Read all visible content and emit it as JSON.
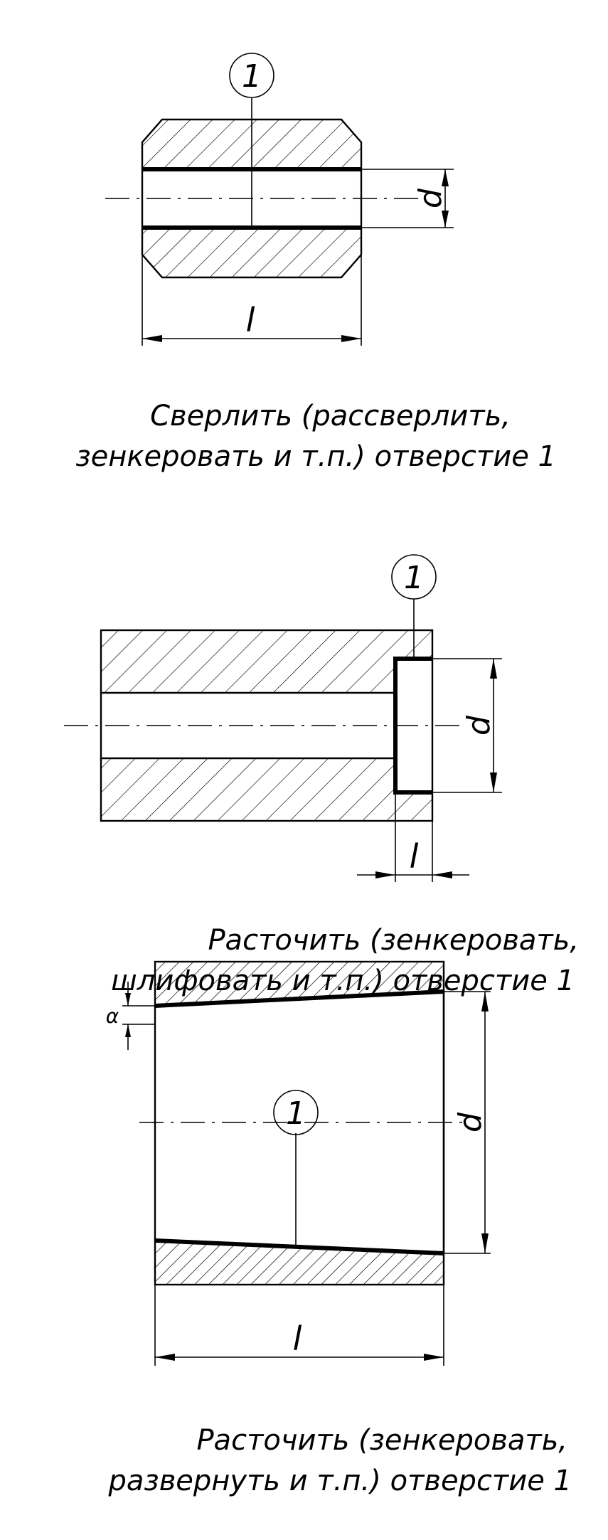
{
  "figures": [
    {
      "callout": "1",
      "dim_length": "l",
      "dim_diameter": "d",
      "caption_line1": "Сверлить (рассверлить,",
      "caption_line2": "зенкеровать и т.п.) отверстие 1"
    },
    {
      "callout": "1",
      "dim_length": "l",
      "dim_diameter": "d",
      "caption_line1": "Расточить (зенкеровать,",
      "caption_line2": "шлифовать и т.п.) отверстие 1"
    },
    {
      "callout": "1",
      "dim_length": "l",
      "dim_diameter": "d",
      "dim_angle": "α",
      "caption_line1": "Расточить (зенкеровать,",
      "caption_line2": "развернуть и т.п.) отверстие 1"
    }
  ]
}
